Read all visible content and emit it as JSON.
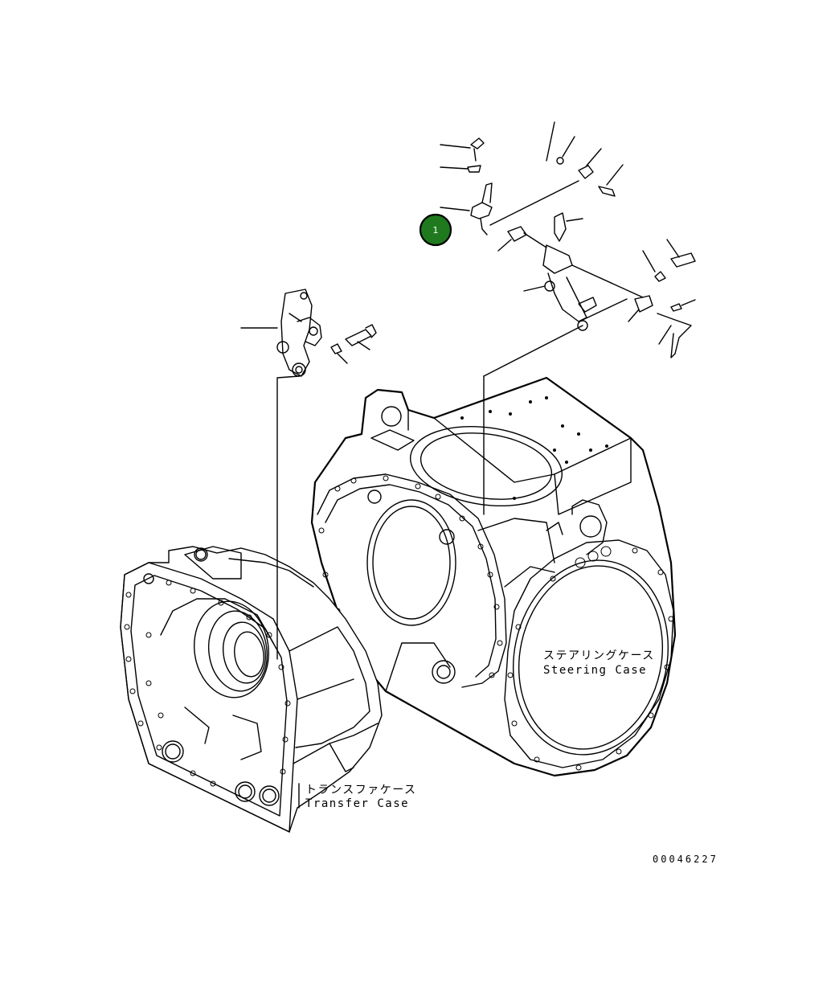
{
  "diagram": {
    "callouts": [
      {
        "number": "1",
        "color": "#1f7a1f"
      }
    ],
    "labels": {
      "steering_case_jp": "ステアリングケース",
      "steering_case_en": "Steering Case",
      "transfer_case_jp": "トランスファケース",
      "transfer_case_en": "Transfer Case"
    },
    "drawing_number": "00046227"
  }
}
